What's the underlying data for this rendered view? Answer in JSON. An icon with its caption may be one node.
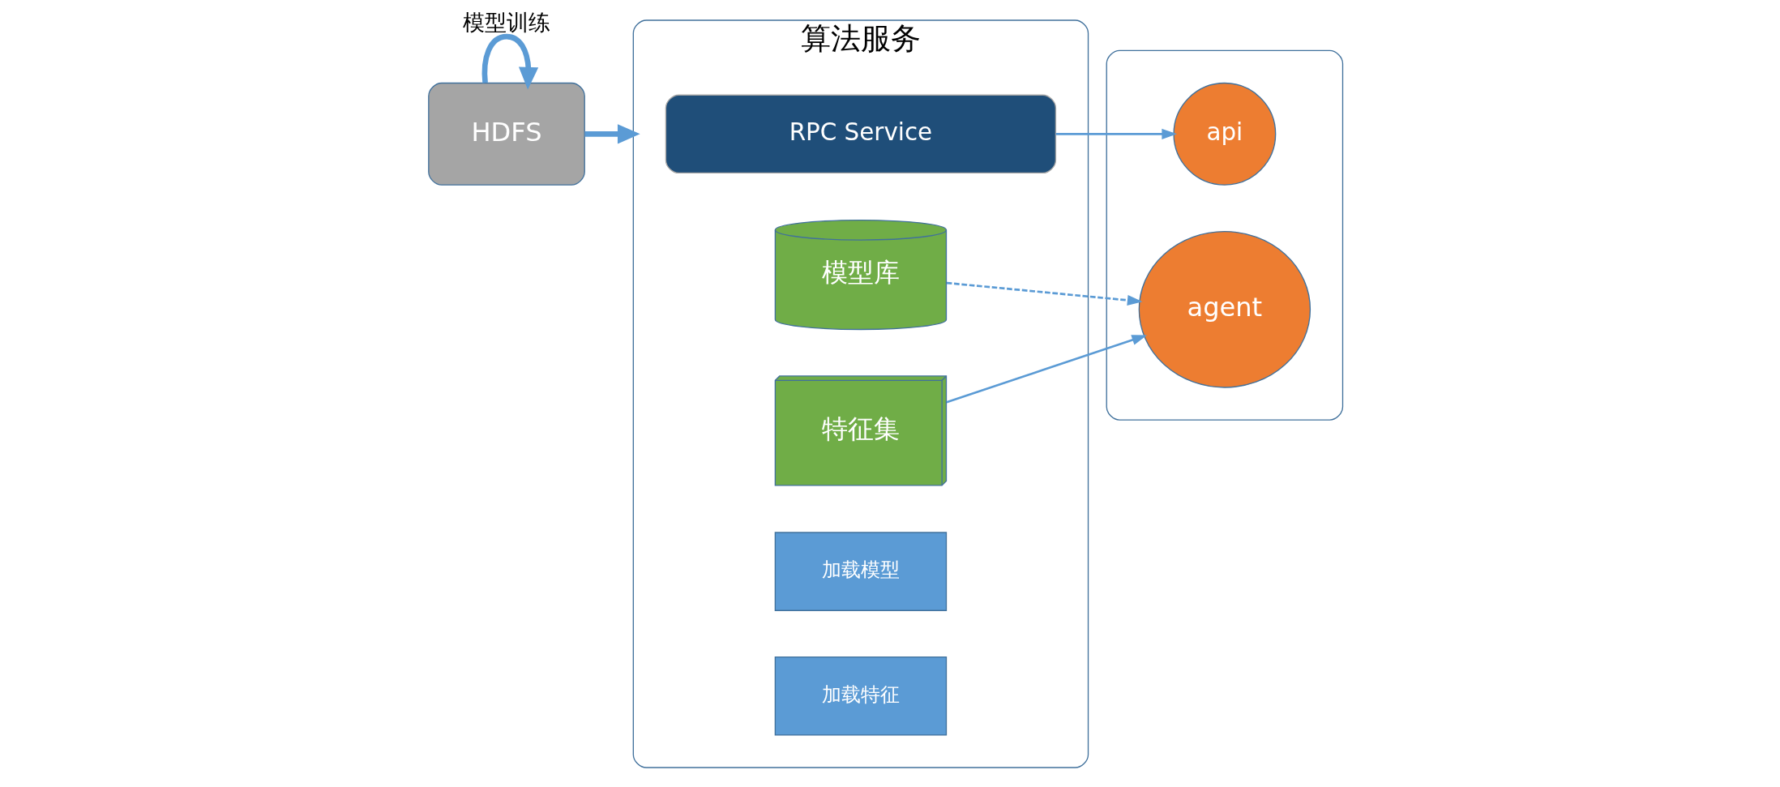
{
  "diagram": {
    "nodes": [
      {
        "text": [
          "HDFS"
        ]
      },
      {
        "text": [
          "算法服务"
        ]
      },
      {
        "text": [
          "RPC Service"
        ],
        "in": 1
      },
      {
        "text": [
          "模型库"
        ],
        "in": 1
      },
      {
        "text": [
          "特征集"
        ],
        "in": 1
      },
      {
        "text": [
          "加载模型"
        ],
        "in": 1
      },
      {
        "text": [
          "加载特征"
        ],
        "in": 1
      },
      {
        "text": [],
        "shape": "box"
      },
      {
        "text": [
          "api"
        ],
        "in": 7
      },
      {
        "text": [
          "agent"
        ],
        "in": 7
      }
    ],
    "edges": [
      {
        "from": 0,
        "to": 0,
        "arrow": "to",
        "label": "模型训练",
        "style": "thick"
      },
      {
        "from": 0,
        "to": 1,
        "arrow": "to",
        "style": "thick"
      },
      {
        "from": 2,
        "to": 8,
        "arrow": "to"
      },
      {
        "from": 3,
        "to": 9,
        "arrow": "to",
        "style": "dashed"
      },
      {
        "from": 4,
        "to": 9,
        "arrow": "to"
      }
    ]
  }
}
